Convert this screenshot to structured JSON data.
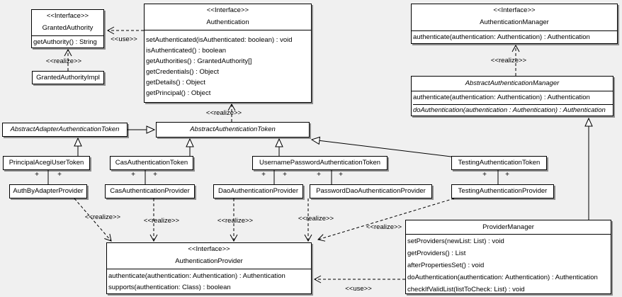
{
  "diagram": {
    "colors": {
      "background": "#f0f0f0",
      "box_fill": "#ffffff",
      "box_border": "#000000",
      "box_shadow": "#8f8f8f"
    },
    "labels": {
      "use": "<<use>>",
      "realize": "<<realize>>"
    },
    "multiplicity": "+",
    "classes": {
      "granted_authority": {
        "stereotype": "<<Interface>>",
        "name": "GrantedAuthority",
        "methods": [
          "getAuthority() : String"
        ]
      },
      "granted_authority_impl": {
        "name": "GrantedAuthorityImpl"
      },
      "authentication": {
        "stereotype": "<<Interface>>",
        "name": "Authentication",
        "methods": [
          "setAuthenticated(isAuthenticated: boolean) : void",
          "isAuthenticated() : boolean",
          "getAuthorities() : GrantedAuthority[]",
          "getCredentials() : Object",
          "getDetails() : Object",
          "getPrincipal() : Object"
        ]
      },
      "authentication_manager": {
        "stereotype": "<<Interface>>",
        "name": "AuthenticationManager",
        "methods": [
          "authenticate(authentication: Authentication) : Authentication"
        ]
      },
      "abstract_authentication_manager": {
        "name": "AbstractAuthenticationManager",
        "methods": [
          "authenticate(authentication: Authentication) : Authentication"
        ],
        "abstract_methods": [
          "doAuthentication(authentication : Authentication) : Authentication"
        ]
      },
      "abstract_adapter_authentication_token": {
        "name": "AbstractAdapterAuthenticationToken"
      },
      "abstract_authentication_token": {
        "name": "AbstractAuthenticationToken"
      },
      "principal_acegi_user_token": {
        "name": "PrincipalAcegiUserToken"
      },
      "cas_authentication_token": {
        "name": "CasAuthenticationToken"
      },
      "username_password_authentication_token": {
        "name": "UsernamePasswordAuthenticationToken"
      },
      "testing_authentication_token": {
        "name": "TestingAuthenticationToken"
      },
      "auth_by_adapter_provider": {
        "name": "AuthByAdapterProvider"
      },
      "cas_authentication_provider": {
        "name": "CasAuthenticationProvider"
      },
      "dao_authentication_provider": {
        "name": "DaoAuthenticationProvider"
      },
      "password_dao_authentication_provider": {
        "name": "PasswordDaoAuthenticationProvider"
      },
      "testing_authentication_provider": {
        "name": "TestingAuthenticationProvider"
      },
      "authentication_provider": {
        "stereotype": "<<Interface>>",
        "name": "AuthenticationProvider",
        "methods": [
          "authenticate(authentication: Authentication) : Authentication",
          "supports(authentication: Class) : boolean"
        ]
      },
      "provider_manager": {
        "name": "ProviderManager",
        "methods": [
          "setProviders(newList: List) : void",
          "getProviders() : List",
          "afterPropertiesSet() : void",
          "doAuthentication(authentication: Authentication) : Authentication",
          "checkIfValidList(listToCheck: List) : void"
        ]
      }
    }
  }
}
